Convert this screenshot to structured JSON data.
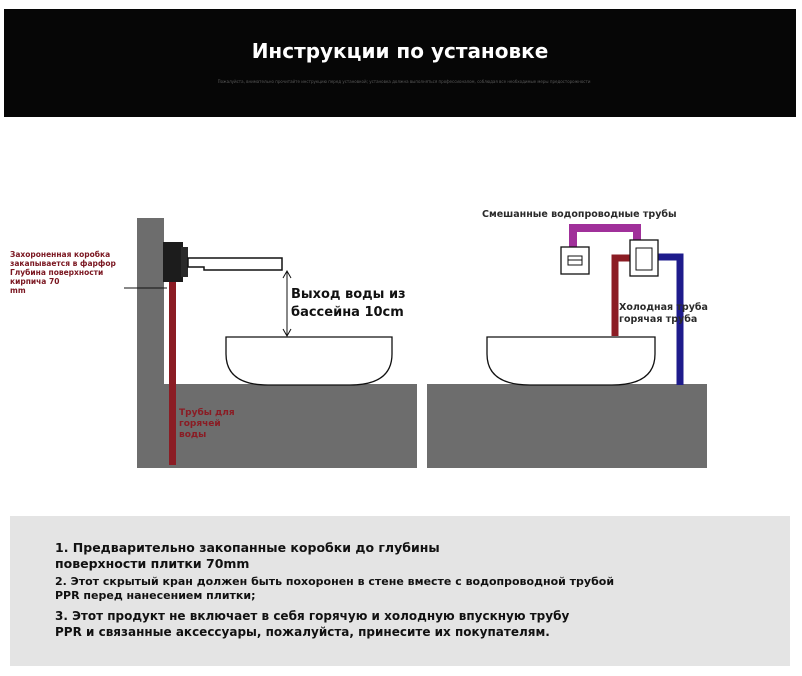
{
  "header": {
    "title": "Инструкции по установке",
    "subtitle": "Пожалуйста, внимательно прочитайте инструкцию перед установкой; установка должна выполняться профессионалом, соблюдая все необходимые меры предосторожности"
  },
  "diagram_left": {
    "buried_box_label": "Захороненная коробка\nзакапывается в фарфор\nГлубина поверхности кирпича 70\nmm",
    "outlet_label": "Выход воды из\nбассейна 10cm",
    "hot_pipe_label": "Трубы для\nгорячей\nводы"
  },
  "diagram_right": {
    "mixed_pipes_label": "Смешанные водопроводные трубы",
    "cold_pipe_label": "Холодная труба",
    "hot_pipe_label": "горячая труба"
  },
  "colors": {
    "hot_pipe": "#8b1c24",
    "cold_pipe": "#1e1b8c",
    "mixed_pipe": "#a0309a",
    "wall": "#6d6d6d",
    "header_bg": "#060606"
  },
  "notes": {
    "note_1": "1. Предварительно закопанные коробки до глубины\nповерхности плитки 70mm",
    "note_2": "2. Этот скрытый кран должен быть похоронен в стене вместе с водопроводной трубой\nPPR перед нанесением плитки;",
    "note_3": "3. Этот продукт не включает в себя горячую и холодную впускную трубу\nPPR и связанные аксессуары, пожалуйста, принесите их покупателям."
  }
}
